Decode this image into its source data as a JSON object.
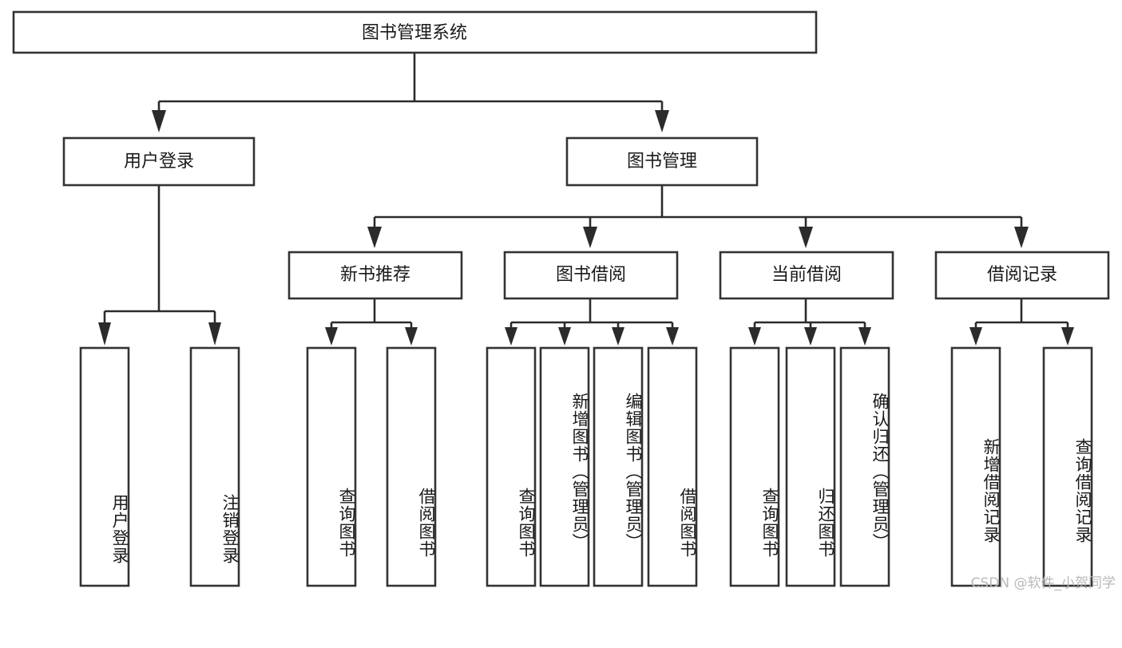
{
  "diagram": {
    "type": "tree",
    "title": "图书管理系统",
    "watermark": "CSDN @软件_小贺同学",
    "root": {
      "id": "root",
      "label": "图书管理系统",
      "orientation": "horizontal"
    },
    "level2": [
      {
        "id": "user-login",
        "label": "用户登录",
        "orientation": "horizontal"
      },
      {
        "id": "book-management",
        "label": "图书管理",
        "orientation": "horizontal"
      }
    ],
    "level3": [
      {
        "id": "new-book-recommend",
        "label": "新书推荐",
        "parent": "book-management",
        "orientation": "horizontal"
      },
      {
        "id": "book-borrow",
        "label": "图书借阅",
        "parent": "book-management",
        "orientation": "horizontal"
      },
      {
        "id": "current-borrow",
        "label": "当前借阅",
        "parent": "book-management",
        "orientation": "horizontal"
      },
      {
        "id": "borrow-record",
        "label": "借阅记录",
        "parent": "book-management",
        "orientation": "horizontal"
      }
    ],
    "leaves": [
      {
        "id": "leaf-user-login",
        "label": "用户登录",
        "parent": "user-login",
        "orientation": "vertical"
      },
      {
        "id": "leaf-logout-login",
        "label": "注销登录",
        "parent": "user-login",
        "orientation": "vertical"
      },
      {
        "id": "leaf-query-book-1",
        "label": "查询图书",
        "parent": "new-book-recommend",
        "orientation": "vertical"
      },
      {
        "id": "leaf-borrow-book-1",
        "label": "借阅图书",
        "parent": "new-book-recommend",
        "orientation": "vertical"
      },
      {
        "id": "leaf-query-book-2",
        "label": "查询图书",
        "parent": "book-borrow",
        "orientation": "vertical"
      },
      {
        "id": "leaf-add-book",
        "label": "新增图书（管理员）",
        "parent": "book-borrow",
        "orientation": "vertical"
      },
      {
        "id": "leaf-edit-book",
        "label": "编辑图书（管理员）",
        "parent": "book-borrow",
        "orientation": "vertical"
      },
      {
        "id": "leaf-borrow-book-2",
        "label": "借阅图书",
        "parent": "book-borrow",
        "orientation": "vertical"
      },
      {
        "id": "leaf-query-book-3",
        "label": "查询图书",
        "parent": "current-borrow",
        "orientation": "vertical"
      },
      {
        "id": "leaf-return-book",
        "label": "归还图书",
        "parent": "current-borrow",
        "orientation": "vertical"
      },
      {
        "id": "leaf-confirm-return",
        "label": "确认归还（管理员）",
        "parent": "current-borrow",
        "orientation": "vertical"
      },
      {
        "id": "leaf-add-record",
        "label": "新增借阅记录",
        "parent": "borrow-record",
        "orientation": "vertical"
      },
      {
        "id": "leaf-query-record",
        "label": "查询借阅记录",
        "parent": "borrow-record",
        "orientation": "vertical"
      }
    ],
    "colors": {
      "box_stroke": "#333333",
      "box_fill": "#ffffff",
      "connector": "#2b2b2b",
      "text": "#1a1a1a",
      "watermark": "#b9b9b9",
      "background": "#ffffff"
    }
  }
}
